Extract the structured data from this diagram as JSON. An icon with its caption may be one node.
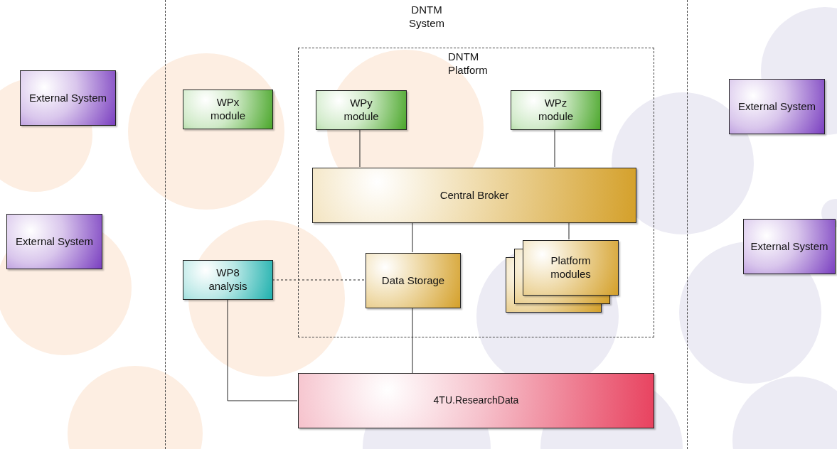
{
  "diagram": {
    "nodes": [
      {
        "text": [
          "DNTM System"
        ]
      },
      {
        "text": [
          "External System"
        ]
      },
      {
        "text": [
          "External System"
        ]
      },
      {
        "text": [
          "External System"
        ]
      },
      {
        "text": [
          "External System"
        ]
      },
      {
        "text": [
          "WPx module"
        ],
        "in": 0
      },
      {
        "text": [
          "DNTM Platform"
        ],
        "in": 0
      },
      {
        "text": [
          "WPy module"
        ],
        "in": 6
      },
      {
        "text": [
          "WPz module"
        ],
        "in": 6
      },
      {
        "text": [
          "Central Broker"
        ],
        "in": 6
      },
      {
        "text": [
          "Data Storage"
        ],
        "in": 6
      },
      {
        "text": [
          "Platform modules"
        ],
        "in": 6
      },
      {
        "text": [
          "WP8 analysis"
        ],
        "in": 0
      },
      {
        "text": [
          "4TU.ResearchData"
        ],
        "in": 0
      }
    ],
    "edges": [
      {
        "from": 7,
        "to": 9,
        "arrow": "none"
      },
      {
        "from": 8,
        "to": 9,
        "arrow": "none"
      },
      {
        "from": 9,
        "to": 10,
        "arrow": "none"
      },
      {
        "from": 9,
        "to": 11,
        "arrow": "none"
      },
      {
        "from": 12,
        "to": 10,
        "arrow": "none",
        "style": "dashed"
      },
      {
        "from": 10,
        "to": 13,
        "arrow": "none"
      },
      {
        "from": 12,
        "to": 13,
        "arrow": "none"
      }
    ]
  }
}
